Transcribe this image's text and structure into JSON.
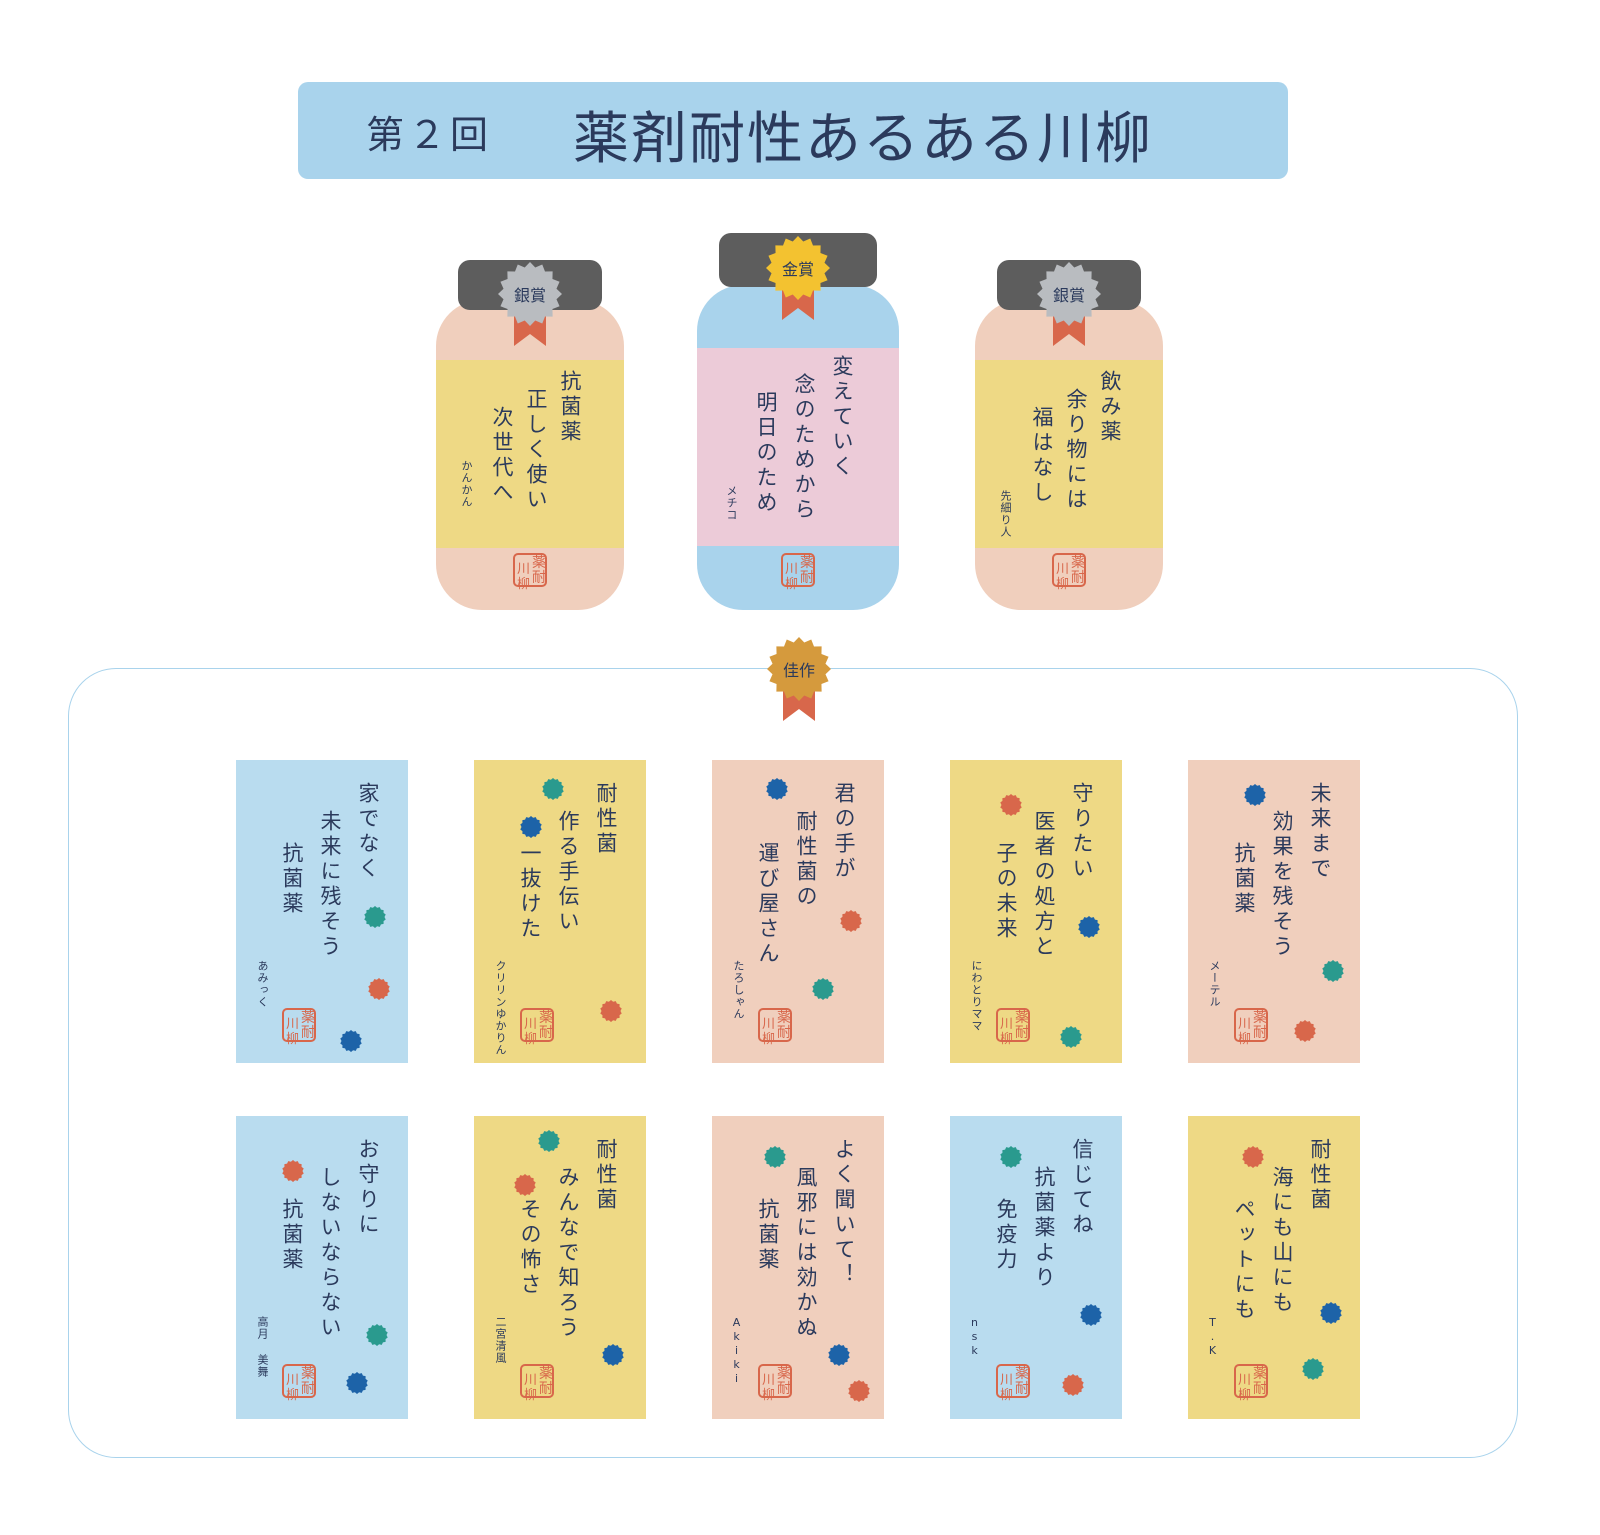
{
  "title": {
    "round": "第２回",
    "main": "薬剤耐性あるある川柳"
  },
  "seal_chars": [
    "薬",
    "川",
    "耐",
    "柳"
  ],
  "colors": {
    "blue": "#b9dcef",
    "yellow": "#eed985",
    "pink": "#f0cfbd",
    "gold_label": "#eccbd8",
    "gold_jar": "#a9d3ec",
    "dot_teal": "#2a9a8e",
    "dot_blue": "#1d63a8",
    "dot_red": "#d8674b"
  },
  "awards": [
    {
      "rank": "銀賞",
      "lines": [
        "抗菌薬",
        "正しく使い",
        "次世代へ"
      ],
      "author": "かんかん"
    },
    {
      "rank": "金賞",
      "lines": [
        "変えていく",
        "念のためから",
        "明日のため"
      ],
      "author": "メチコ"
    },
    {
      "rank": "銀賞",
      "lines": [
        "飲み薬",
        "余り物には",
        "福はなし"
      ],
      "author": "先細り人"
    }
  ],
  "honorable": {
    "rank": "佳作",
    "cards": [
      {
        "lines": [
          "家でなく",
          "未来に残そう",
          "抗菌薬"
        ],
        "author": "あみっく"
      },
      {
        "lines": [
          "耐性菌",
          "作る手伝い",
          "一抜けた"
        ],
        "author": "クリリンゆかりん"
      },
      {
        "lines": [
          "君の手が",
          "耐性菌の",
          "運び屋さん"
        ],
        "author": "たろしゃん"
      },
      {
        "lines": [
          "守りたい",
          "医者の処方と",
          "子の未来"
        ],
        "author": "にわとりママ"
      },
      {
        "lines": [
          "未来まで",
          "効果を残そう",
          "抗菌薬"
        ],
        "author": "メーテル"
      },
      {
        "lines": [
          "お守りに",
          "しないならない",
          "抗菌薬"
        ],
        "author": "高月 美舞"
      },
      {
        "lines": [
          "耐性菌",
          "みんなで知ろう",
          "その怖さ"
        ],
        "author": "二宮清風"
      },
      {
        "lines": [
          "よく聞いて！",
          "風邪には効かぬ",
          "抗菌薬"
        ],
        "author": "Akiki"
      },
      {
        "lines": [
          "信じてね",
          "抗菌薬より",
          "免疫力"
        ],
        "author": "nsk"
      },
      {
        "lines": [
          "耐性菌",
          "海にも山にも",
          "ペットにも"
        ],
        "author": "T.K"
      }
    ]
  }
}
